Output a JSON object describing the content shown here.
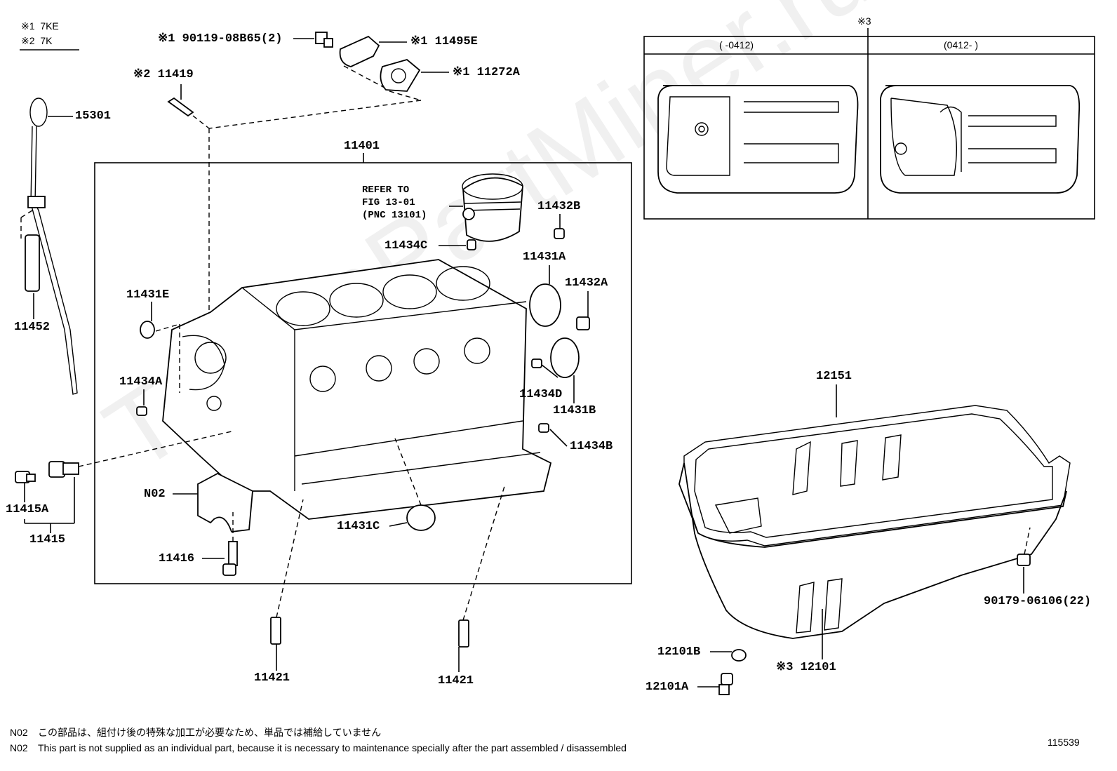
{
  "legend": [
    {
      "mark": "※1",
      "text": "7KE"
    },
    {
      "mark": "※2",
      "text": "7K"
    }
  ],
  "labels": {
    "bolt_90119": "※1 90119-08B65(2)",
    "cover_11495E": "※1 11495E",
    "gasket_11272A": "※1 11272A",
    "stud_11419": "※2 11419",
    "gauge_15301": "15301",
    "guide_11452": "11452",
    "block_11401": "11401",
    "piston_note": "REFER TO\nFIG 13-01\n(PNC 13101)",
    "p11432B": "11432B",
    "p11434C": "11434C",
    "p11431A": "11431A",
    "p11432A": "11432A",
    "p11431E": "11431E",
    "p11434A": "11434A",
    "p11434D": "11434D",
    "p11431B": "11431B",
    "p11434B": "11434B",
    "pN02": "N02",
    "p11431C": "11431C",
    "p11415A": "11415A",
    "p11415": "11415",
    "p11416": "11416",
    "p11421_left": "11421",
    "p11421_right": "11421",
    "p12151": "12151",
    "p90179": "90179-06106(22)",
    "p12101B": "12101B",
    "p12101A": "12101A",
    "p12101": "※3 12101",
    "variant_mark": "※3"
  },
  "variants": {
    "left_header": "(     -0412)",
    "right_header": "(0412-     )"
  },
  "footnotes": [
    {
      "code": "N02",
      "text": "この部品は、組付け後の特殊な加工が必要なため、単品では補給していません"
    },
    {
      "code": "N02",
      "text": "This part is not supplied as an individual part, because it is necessary to maintenance specially after the part assembled / disassembled"
    }
  ],
  "figure_number": "115539",
  "watermark": "ToyotaPartMiner.ru"
}
